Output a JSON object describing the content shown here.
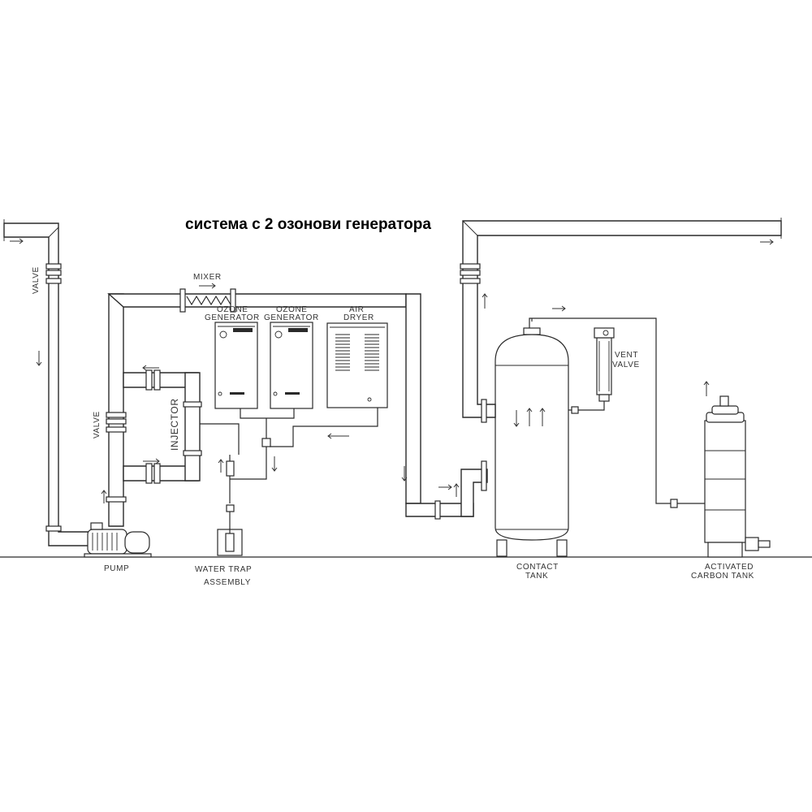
{
  "title": "система с 2 озонови генератора",
  "labels": {
    "valve_left": "VALVE",
    "valve_mid": "VALVE",
    "mixer": "MIXER",
    "ozone_generator_1": [
      "OZONE",
      "GENERATOR"
    ],
    "ozone_generator_2": [
      "OZONE",
      "GENERATOR"
    ],
    "air_dryer": [
      "AIR",
      "DRYER"
    ],
    "injector": "INJECTOR",
    "pump": "PUMP",
    "water_trap": [
      "WATER TRAP",
      "ASSEMBLY"
    ],
    "contact_tank": [
      "CONTACT",
      "TANK"
    ],
    "vent_valve": [
      "VENT",
      "VALVE"
    ],
    "carbon_tank": [
      "ACTIVATED",
      "CARBON TANK"
    ]
  },
  "colors": {
    "line": "#2a2a2a",
    "background": "#ffffff"
  }
}
